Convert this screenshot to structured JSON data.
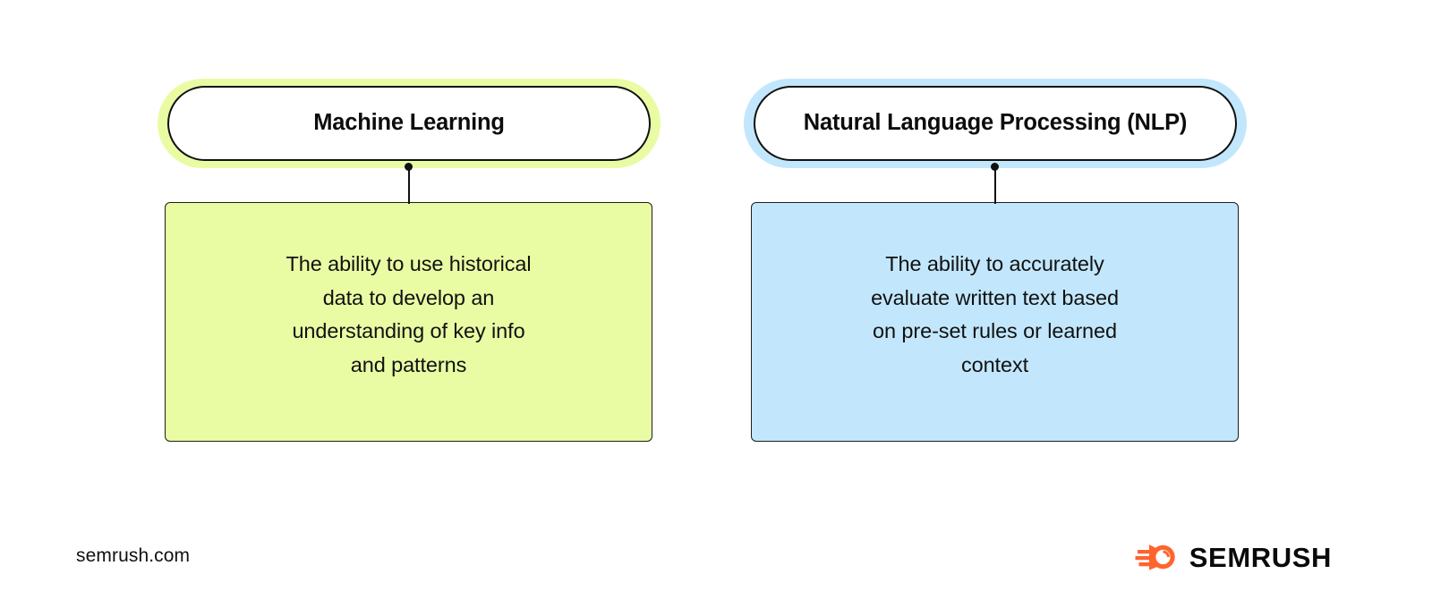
{
  "diagram": {
    "type": "two-column-concept-cards",
    "background_color": "#FFFFFF",
    "nodes": [
      {
        "id": "machine-learning",
        "header_label": "Machine Learning",
        "body_text": "The ability to use historical\ndata to develop an\nunderstanding of key info\nand patterns",
        "accent_color": "#E9FCA4",
        "glow_color": "#E9FCA4",
        "card_fill": "#E9FCA4",
        "border_color": "#111111"
      },
      {
        "id": "natural-language-processing",
        "header_label": "Natural Language Processing (NLP)",
        "body_text": "The ability to accurately\nevaluate written text based\non pre-set rules or learned\ncontext",
        "accent_color": "#C2E7FC",
        "glow_color": "#C2E7FC",
        "card_fill": "#C2E7FC",
        "border_color": "#111111"
      }
    ]
  },
  "footer": {
    "url": "semrush.com",
    "brand_name": "SEMRUSH",
    "brand_color": "#FF642D",
    "logo_icon": "semrush-comet-icon"
  }
}
